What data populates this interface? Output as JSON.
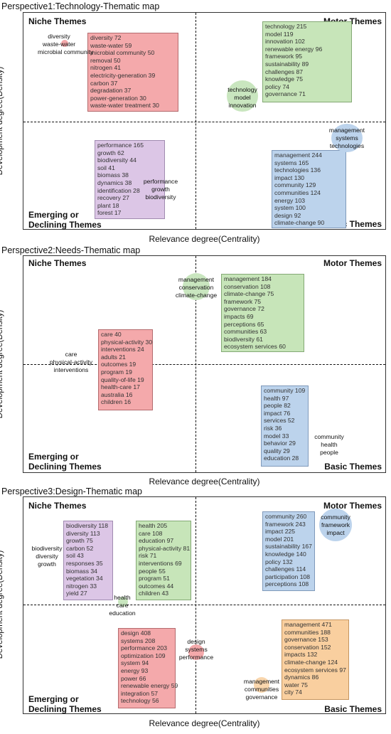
{
  "axis": {
    "x_label": "Relevance degree(Centrality)",
    "y_label": "Development degree(Density)"
  },
  "quadrants": {
    "niche": "Niche Themes",
    "motor": "Motor Themes",
    "emerging_1": "Emerging or",
    "emerging_2": "Declining Themes",
    "basic": "Basic Themes"
  },
  "perspectives": [
    {
      "title": "Perspective1:Technology-Thematic map",
      "boxes": [
        {
          "color": "red",
          "items": [
            "diversity 72",
            "waste-water 59",
            "microbial community 50",
            "removal 50",
            "nitrogen 41",
            "electricity-generation 39",
            "carbon 37",
            "degradation 37",
            "power-generation 30",
            "waste-water treatment 30"
          ]
        },
        {
          "color": "green",
          "items": [
            "technology 215",
            "model 119",
            "innovation 102",
            "renewable energy 96",
            "framework 95",
            "sustainability 89",
            "challenges 87",
            "knowledge 75",
            "policy 74",
            "governance 71"
          ]
        },
        {
          "color": "purple",
          "items": [
            "performance 165",
            "growth 62",
            "biodiversity 44",
            "soil 41",
            "biomass 38",
            "dynamics 38",
            "identification 28",
            "recovery 27",
            "plant 18",
            "forest 17"
          ]
        },
        {
          "color": "blue",
          "items": [
            "management 244",
            "systems 165",
            "technologies 136",
            "impact 130",
            "community 129",
            "communities 124",
            "energy 103",
            "system 100",
            "design 92",
            "climate-change 90"
          ]
        }
      ],
      "clusters": [
        {
          "color": "red",
          "lines": [
            "diversity",
            "waste-water",
            "microbial community"
          ]
        },
        {
          "color": "green",
          "lines": [
            "technology",
            "model",
            "innovation"
          ]
        },
        {
          "color": "blue",
          "lines": [
            "management",
            "systems",
            "technologies"
          ]
        },
        {
          "color": "purple",
          "lines": [
            "performance",
            "growth",
            "biodiversity"
          ]
        }
      ]
    },
    {
      "title": "Perspective2:Needs-Thematic map",
      "boxes": [
        {
          "color": "green",
          "items": [
            "management 184",
            "conservation 108",
            "climate-change 75",
            "framework 75",
            "governance 72",
            "impacts 69",
            "perceptions 65",
            "communities 63",
            "biodiversity 61",
            "ecosystem services 60"
          ]
        },
        {
          "color": "red",
          "items": [
            "care 40",
            "physical-activity 30",
            "interventions 24",
            "adults 21",
            "outcomes 19",
            "program 19",
            "quality-of-life 19",
            "health-care 17",
            "australia 16",
            "children 16"
          ]
        },
        {
          "color": "blue",
          "items": [
            "community 109",
            "health 97",
            "people 82",
            "impact 76",
            "services 52",
            "risk 36",
            "model 33",
            "behavior 29",
            "quality 29",
            "education 28"
          ]
        }
      ],
      "clusters": [
        {
          "color": "green",
          "lines": [
            "management",
            "conservation",
            "climate-change"
          ]
        },
        {
          "color": "red",
          "lines": [
            "care",
            "physical-activity",
            "interventions"
          ]
        },
        {
          "color": "blue",
          "lines": [
            "community",
            "health",
            "people"
          ]
        }
      ]
    },
    {
      "title": "Perspective3:Design-Thematic map",
      "boxes": [
        {
          "color": "purple",
          "items": [
            "biodiversity 118",
            "diversity 113",
            "growth 75",
            "carbon 52",
            "soil 43",
            "responses 35",
            "biomass 34",
            "vegetation 34",
            "nitrogen 33",
            "yield 27"
          ]
        },
        {
          "color": "green",
          "items": [
            "health 205",
            "care 108",
            "education 97",
            "physical-activity 81",
            "risk 71",
            "interventions 69",
            "people 55",
            "program 51",
            "outcomes 44",
            "children 43"
          ]
        },
        {
          "color": "blue",
          "items": [
            "community 260",
            "framework 243",
            "impact 225",
            "model 201",
            "sustainability 167",
            "knowledge 140",
            "policy 132",
            "challenges 114",
            "participation 108",
            "perceptions 108"
          ]
        },
        {
          "color": "red",
          "items": [
            "design 408",
            "systems 208",
            "performance 203",
            "optimization 109",
            "system 94",
            "energy 93",
            "power 66",
            "renewable energy 59",
            "integration 57",
            "technology 56"
          ]
        },
        {
          "color": "orange",
          "items": [
            "management 471",
            "communities 188",
            "governance 153",
            "conservation 152",
            "impacts 132",
            "climate-change 124",
            "ecosystem services 97",
            "dynamics 86",
            "water 75",
            "city 74"
          ]
        }
      ],
      "clusters": [
        {
          "color": "purple",
          "lines": [
            "biodiversity",
            "diversity",
            "growth"
          ]
        },
        {
          "color": "green",
          "lines": [
            "health",
            "care",
            "education"
          ]
        },
        {
          "color": "blue",
          "lines": [
            "community",
            "framework",
            "impact"
          ]
        },
        {
          "color": "red",
          "lines": [
            "design",
            "systems",
            "performance"
          ]
        },
        {
          "color": "orange",
          "lines": [
            "management",
            "communities",
            "governance"
          ]
        }
      ]
    }
  ]
}
